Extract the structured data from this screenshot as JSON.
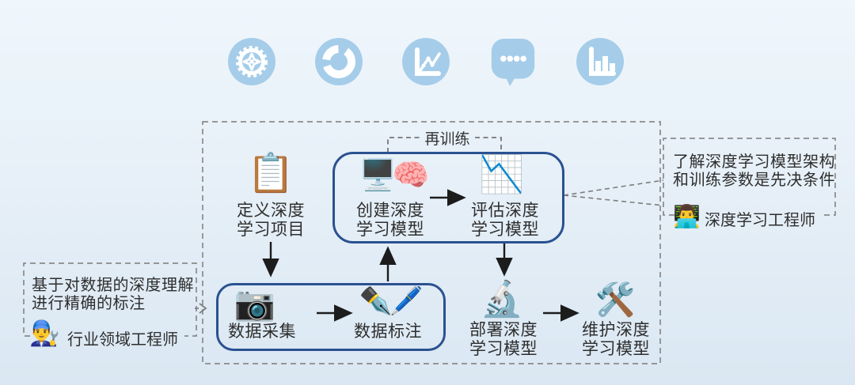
{
  "colors": {
    "background_top": "#eff6fc",
    "background_bottom": "#dae7f2",
    "icon_circle_blue": "#a5cde9",
    "group_box_border": "#2a5191",
    "dashed_line": "#8a8a8a",
    "arrow": "#1c1c1c",
    "text": "#2e2e2e"
  },
  "top_icons": [
    {
      "name": "gear"
    },
    {
      "name": "donut-chart"
    },
    {
      "name": "line-chart"
    },
    {
      "name": "chat-dots"
    },
    {
      "name": "bar-chart"
    }
  ],
  "diagram": {
    "retrain_label": "再训练",
    "nodes": {
      "define": {
        "icon": "📋",
        "line1": "定义深度",
        "line2": "学习项目"
      },
      "create": {
        "icon": "🖥️🧠",
        "line1": "创建深度",
        "line2": "学习模型"
      },
      "evaluate": {
        "icon": "📉",
        "line1": "评估深度",
        "line2": "学习模型"
      },
      "collect": {
        "icon": "📷",
        "label": "数据采集"
      },
      "annotate": {
        "icon": "✒️🖊️",
        "label": "数据标注"
      },
      "deploy": {
        "icon": "🔬",
        "line1": "部署深度",
        "line2": "学习模型"
      },
      "maintain": {
        "icon": "🛠️",
        "line1": "维护深度",
        "line2": "学习模型"
      }
    }
  },
  "callouts": {
    "left": {
      "line1": "基于对数据的深度理解",
      "line2": "进行精确的标注",
      "icon": "👨‍🔧",
      "role": "行业领域工程师"
    },
    "right": {
      "line1": "了解深度学习模型架构",
      "line2": "和训练参数是先决条件",
      "icon": "👨‍💻",
      "role": "深度学习工程师"
    }
  }
}
